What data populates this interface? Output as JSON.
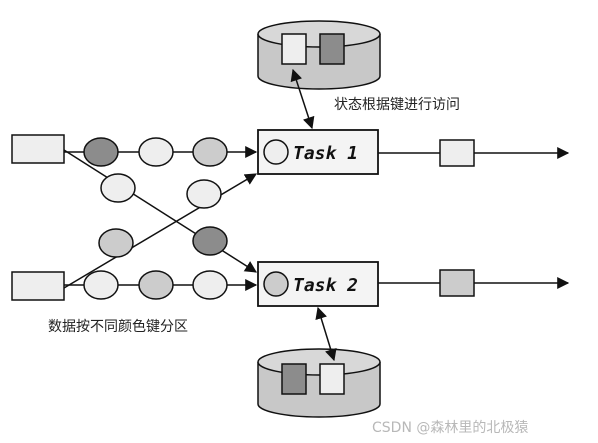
{
  "tasks": [
    {
      "label": "Task 1"
    },
    {
      "label": "Task 2"
    }
  ],
  "annotations": {
    "state_access": "状态根据键进行访问",
    "partition_by_color": "数据按不同颜色键分区"
  },
  "watermark": "CSDN @森林里的北极猿",
  "colors": {
    "light": "#eeeeee",
    "medium": "#cccccc",
    "dark": "#8c8c8c",
    "stroke": "#111111",
    "storage": "#c8c8c8"
  }
}
